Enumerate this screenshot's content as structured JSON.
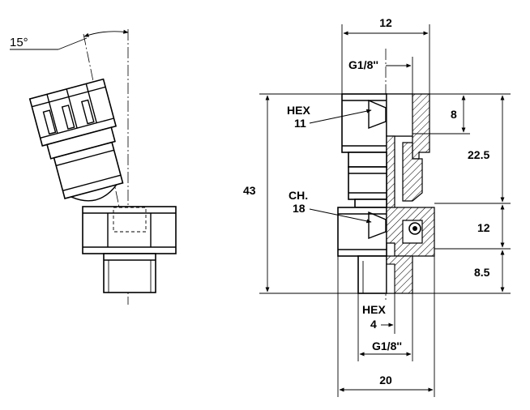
{
  "angle_label": "15°",
  "dims": {
    "top_width": "12",
    "top_thread": "G1/8''",
    "hex_top_label": "HEX",
    "hex_top_value": "11",
    "depth_8": "8",
    "height_22_5": "22.5",
    "overall_height": "43",
    "ch_label": "CH.",
    "ch_value": "18",
    "height_12": "12",
    "height_8_5": "8.5",
    "hex_bottom_label": "HEX",
    "hex_bottom_value": "4",
    "bottom_thread": "G1/8''",
    "overall_width": "20"
  }
}
